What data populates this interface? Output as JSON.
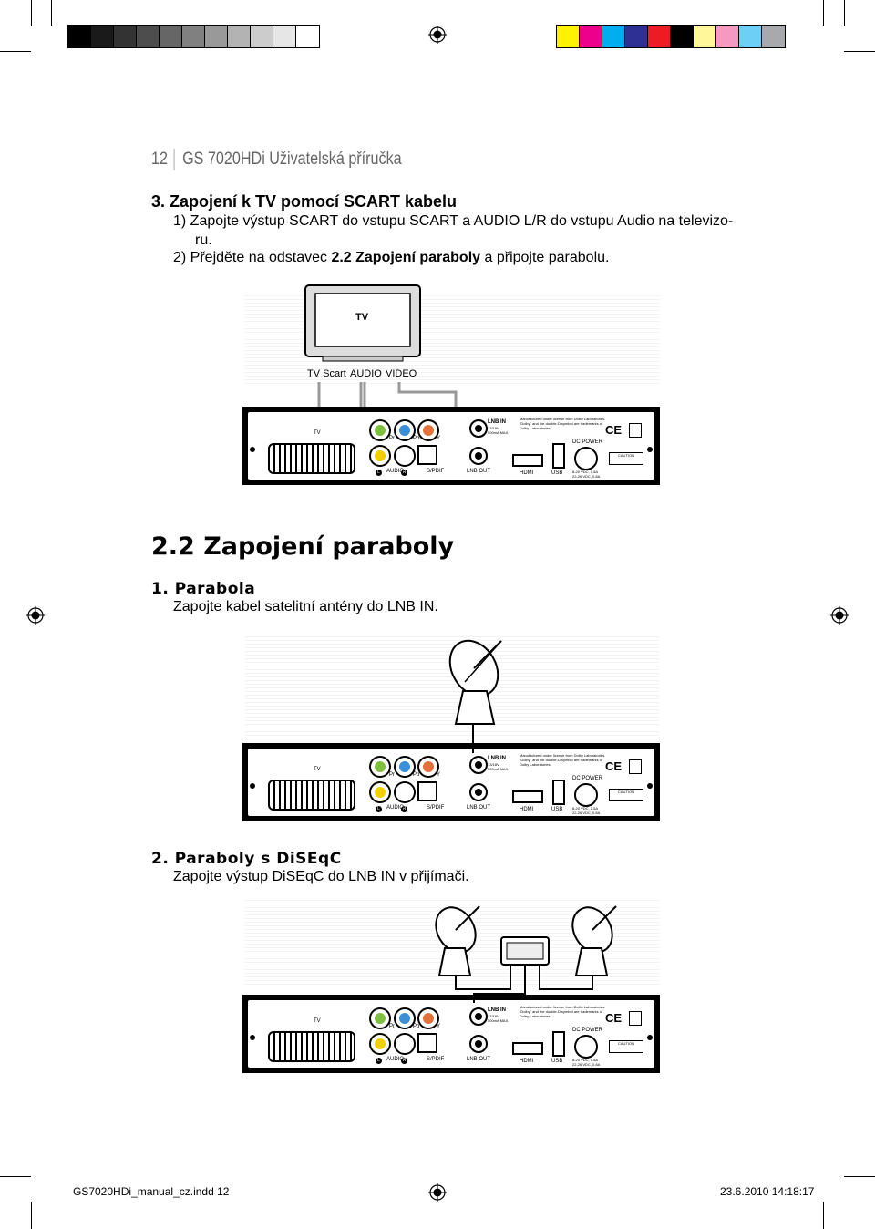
{
  "header": {
    "page_number": "12",
    "title": "GS 7020HDi Uživatelská příručka"
  },
  "section3": {
    "heading": "3. Zapojení k TV pomocí SCART kabelu",
    "step1_line1": "1) Zapojte výstup SCART do vstupu SCART a AUDIO L/R do vstupu Audio na televizo-",
    "step1_line2": "ru.",
    "step2_prefix": "2) Přejděte na odstavec ",
    "step2_bold": "2.2 Zapojení paraboly",
    "step2_suffix": " a připojte parabolu."
  },
  "tv_diagram": {
    "tv_label": "TV",
    "tv_scart": "TV Scart",
    "audio": "AUDIO",
    "video": "VIDEO"
  },
  "rear_panel": {
    "tv": "TV",
    "pr": "Pr",
    "pb": "Pb",
    "y": "Y",
    "l": "L",
    "r": "R",
    "audio": "AUDIO",
    "spdif": "S/PDIF",
    "lnb_in": "LNB IN",
    "lnb_in_spec1": "13/18V",
    "lnb_in_spec2": "500mA MAX.",
    "lnb_out": "LNB OUT",
    "hdmi": "HDMI",
    "usb": "USB",
    "dolby1": "Manufactured under license from Dolby Laboratories.",
    "dolby2": "\"Dolby\" and the double-D symbol are trademarks of",
    "dolby3": "Dolby Laboratories.",
    "ce": "CE",
    "dc_power": "DC POWER",
    "caution": "CAUTION",
    "power_spec1": "8-20 VDC, 1.5A",
    "power_spec2": "22-26 VDC, 0.8A"
  },
  "section22": {
    "heading": "2.2 Zapojení paraboly",
    "sub1_heading": "1. Parabola",
    "sub1_text": "Zapojte kabel satelitní antény do LNB IN.",
    "sub2_heading": "2. Paraboly s DiSEqC",
    "sub2_text": "Zapojte výstup DiSEqC do LNB IN v přijímači."
  },
  "footer": {
    "file": "GS7020HDi_manual_cz.indd   12",
    "date": "23.6.2010   14:18:17"
  },
  "colors": {
    "gray_bar": [
      "#000000",
      "#1a1a1a",
      "#333333",
      "#4d4d4d",
      "#666666",
      "#808080",
      "#999999",
      "#b3b3b3",
      "#cccccc",
      "#e6e6e6",
      "#ffffff"
    ],
    "color_bar": [
      "#fff200",
      "#ec008c",
      "#00aeef",
      "#2e3192",
      "#ed1c24",
      "#000000",
      "#fff799",
      "#f49ac1",
      "#6dcff6",
      "#a7a9ac"
    ]
  }
}
